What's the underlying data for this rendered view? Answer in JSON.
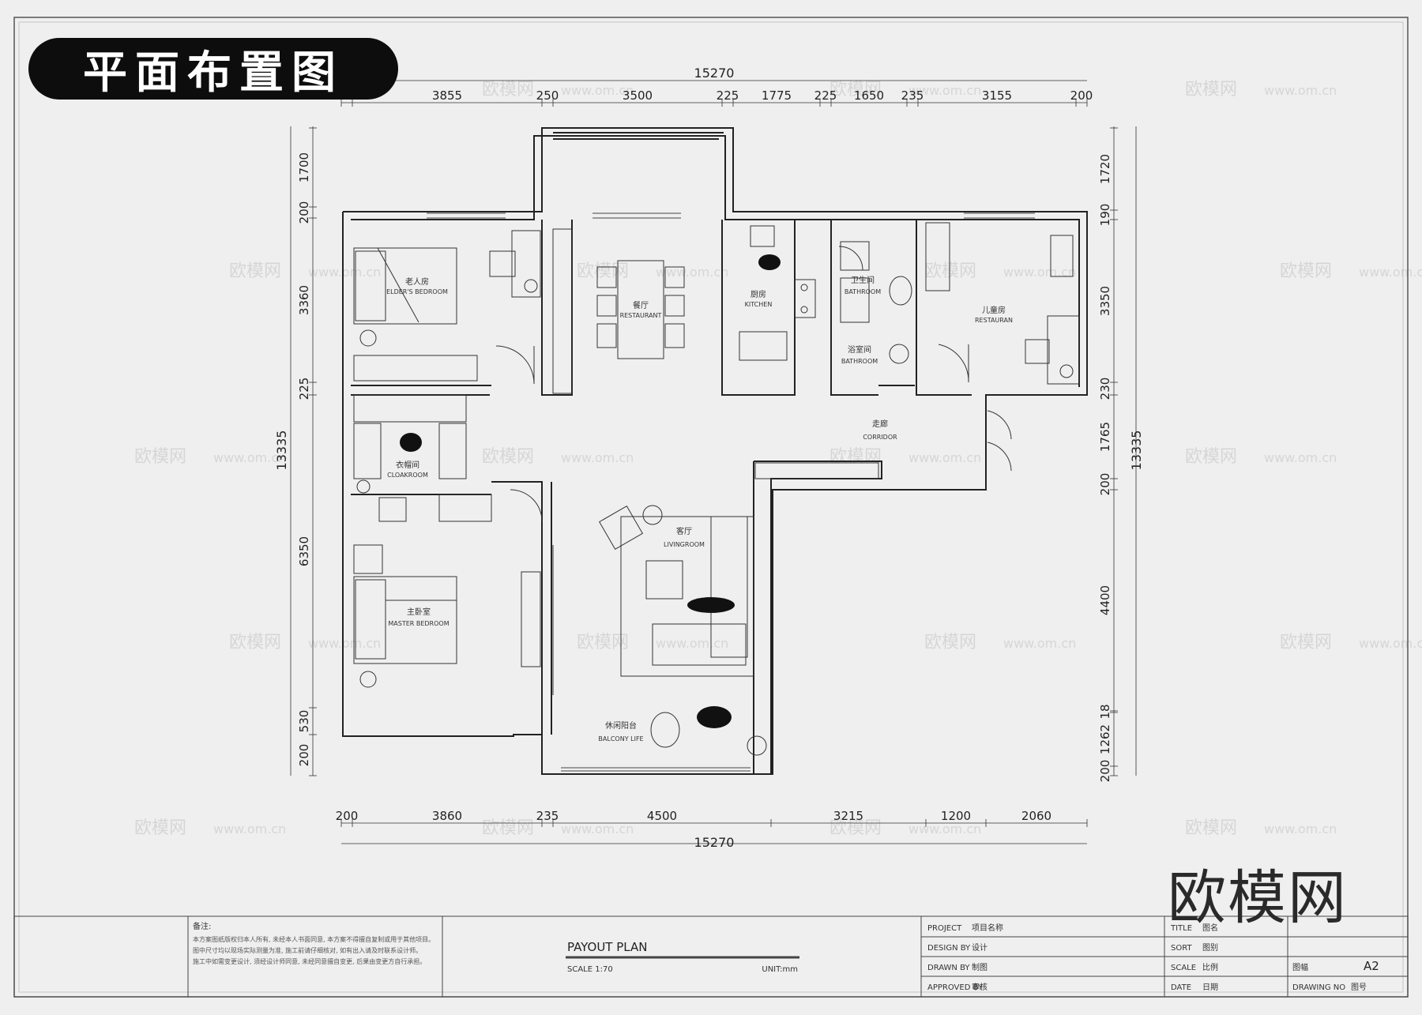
{
  "title": "平面布置图",
  "watermark": {
    "text": "欧模网",
    "url": "www.om.cn"
  },
  "brand_mark": "欧模网",
  "dimensions": {
    "top_total": "15270",
    "top": [
      "200",
      "3855",
      "250",
      "3500",
      "225",
      "1775",
      "225",
      "1650",
      "235",
      "3155",
      "200"
    ],
    "bottom": [
      "200",
      "3860",
      "235",
      "4500",
      "3215",
      "1200",
      "2060"
    ],
    "bottom_total": "15270",
    "left_total": "13335",
    "left": [
      "1700",
      "200",
      "3360",
      "225",
      "6350",
      "530",
      "200"
    ],
    "right_total": "13335",
    "right": [
      "1720",
      "190",
      "3350",
      "230",
      "1765",
      "200",
      "4400",
      "18",
      "1262",
      "200"
    ]
  },
  "rooms": [
    {
      "id": "elder-bedroom",
      "cn": "老人房",
      "en": "ELDER'S BEDROOM"
    },
    {
      "id": "restaurant",
      "cn": "餐厅",
      "en": "RESTAURANT"
    },
    {
      "id": "kitchen",
      "cn": "厨房",
      "en": "KITCHEN"
    },
    {
      "id": "toilet",
      "cn": "卫生间",
      "en": "BATHROOM"
    },
    {
      "id": "bathroom",
      "cn": "浴室间",
      "en": "BATHROOM"
    },
    {
      "id": "child-room",
      "cn": "儿童房",
      "en": "RESTAURAN"
    },
    {
      "id": "corridor",
      "cn": "走廊",
      "en": "CORRIDOR"
    },
    {
      "id": "cloakroom",
      "cn": "衣帽间",
      "en": "CLOAKROOM"
    },
    {
      "id": "master-bedroom",
      "cn": "主卧室",
      "en": "MASTER BEDROOM"
    },
    {
      "id": "living-room",
      "cn": "客厅",
      "en": "LIVINGROOM"
    },
    {
      "id": "balcony",
      "cn": "休闲阳台",
      "en": "BALCONY LIFE"
    }
  ],
  "title_block": {
    "notes_heading": "备注:",
    "notes": [
      "本方案图纸版权归本人所有, 未经本人书面同意, 本方案不得擅自复制或用于其他项目。",
      "图中尺寸均以现场实际测量为准, 施工前请仔细核对, 如有出入请及时联系设计师。",
      "施工中如需变更设计, 须经设计师同意, 未经同意擅自变更, 后果由变更方自行承担。"
    ],
    "plan_title": "PAYOUT PLAN",
    "scale": "SCALE  1:70",
    "unit": "UNIT:mm",
    "project_label": "PROJECT",
    "project_value": "项目名称",
    "design_label": "DESIGN BY",
    "design_value": "设计",
    "drawn_label": "DRAWN BY",
    "drawn_value": "制图",
    "approved_label": "APPROVED BY",
    "approved_value": "审核",
    "title_label": "TITLE",
    "title_value": "图名",
    "sort_label": "SORT",
    "sort_value": "图别",
    "scale_label": "SCALE",
    "scale_value": "比例",
    "sheet_label": "图幅",
    "sheet_value": "A2",
    "date_label": "DATE",
    "date_value": "日期",
    "drawing_no_label": "DRAWING NO",
    "drawing_no_value": "图号"
  }
}
